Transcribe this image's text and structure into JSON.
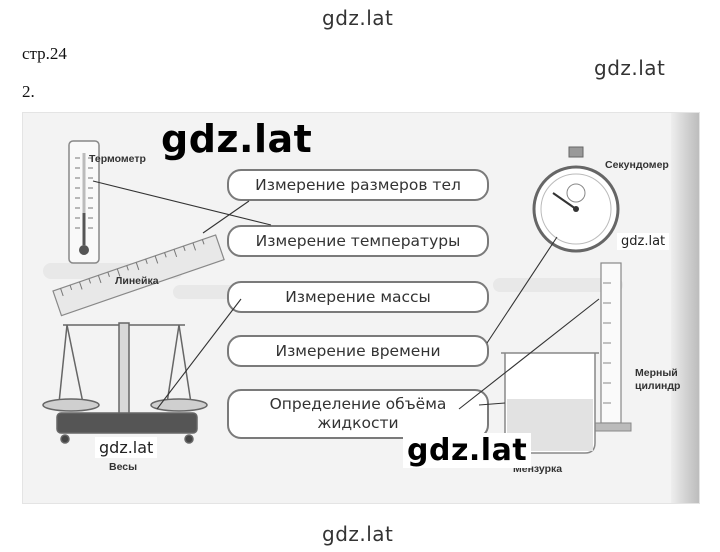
{
  "watermarks": {
    "top": "gdz.lat",
    "top_right": "gdz.lat",
    "bottom": "gdz.lat",
    "figure_big_left": "gdz.lat",
    "figure_big_bottom": "gdz.lat",
    "figure_small_stopwatch": "gdz.lat",
    "figure_small_scales": "gdz.lat"
  },
  "page": {
    "ref": "стр.24",
    "task_number": "2."
  },
  "figure": {
    "boxes": [
      {
        "id": "size",
        "label": "Измерение размеров тел"
      },
      {
        "id": "temperature",
        "label": "Измерение температуры"
      },
      {
        "id": "mass",
        "label": "Измерение массы"
      },
      {
        "id": "time",
        "label": "Измерение времени"
      },
      {
        "id": "volume",
        "label": "Определение объёма жидкости"
      }
    ],
    "instruments": {
      "thermometer": "Термометр",
      "ruler": "Линейка",
      "scales": "Весы",
      "stopwatch": "Секундомер",
      "cylinder": "Мерный цилиндр",
      "beaker": "Мензурка"
    }
  },
  "colors": {
    "box_border": "#7a7a7a",
    "line": "#333333",
    "background": "#f3f3f3"
  }
}
